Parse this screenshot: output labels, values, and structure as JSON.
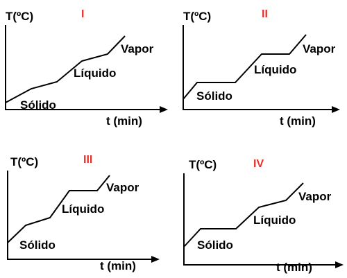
{
  "colors": {
    "ink": "#000000",
    "numeral": "#e8302a",
    "background": "#ffffff"
  },
  "panels": [
    {
      "numeral": "I",
      "y_label": "T(ºC)",
      "x_label": "t (min)",
      "phases": [
        "Sólido",
        "Líquido",
        "Vapor"
      ]
    },
    {
      "numeral": "II",
      "y_label": "T(ºC)",
      "x_label": "t (min)",
      "phases": [
        "Sólido",
        "Líquido",
        "Vapor"
      ]
    },
    {
      "numeral": "III",
      "y_label": "T(ºC)",
      "x_label": "t (min)",
      "phases": [
        "Sólido",
        "Líquido",
        "Vapor"
      ]
    },
    {
      "numeral": "IV",
      "y_label": "T(ºC)",
      "x_label": "t (min)",
      "phases": [
        "Sólido",
        "Líquido",
        "Vapor"
      ]
    }
  ]
}
